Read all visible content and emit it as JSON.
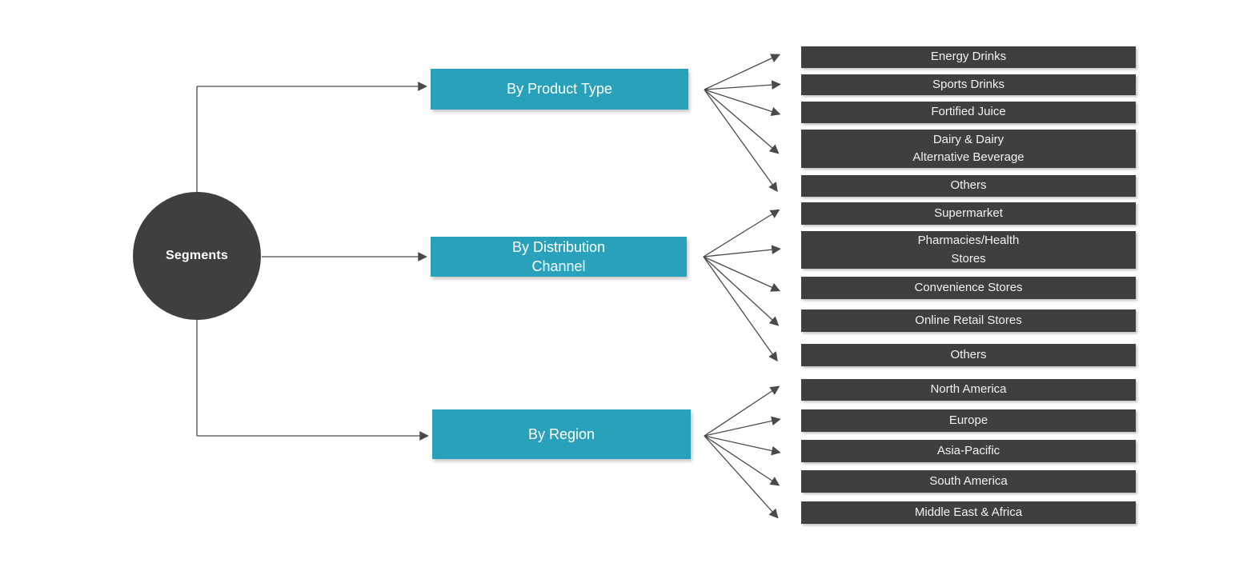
{
  "diagram": {
    "root": {
      "label": "Segments"
    },
    "branches": [
      {
        "label": "By Product Type",
        "items": [
          "Energy Drinks",
          "Sports Drinks",
          "Fortified Juice",
          "Dairy  & Dairy\nAlternative Beverage",
          "Others"
        ]
      },
      {
        "label": "By Distribution\nChannel",
        "items": [
          "Supermarket",
          "Pharmacies/Health\nStores",
          "Convenience Stores",
          "Online Retail Stores",
          "Others"
        ]
      },
      {
        "label": "By Region",
        "items": [
          "North America",
          "Europe",
          "Asia-Pacific",
          "South America",
          "Middle East & Africa"
        ]
      }
    ],
    "colors": {
      "branch_fill": "#2aa1ba",
      "node_fill": "#3f3e40",
      "item_fill": "#3f3e40",
      "connector": "#4a4a4a",
      "text": "#ffffff",
      "background": "#ffffff"
    }
  }
}
